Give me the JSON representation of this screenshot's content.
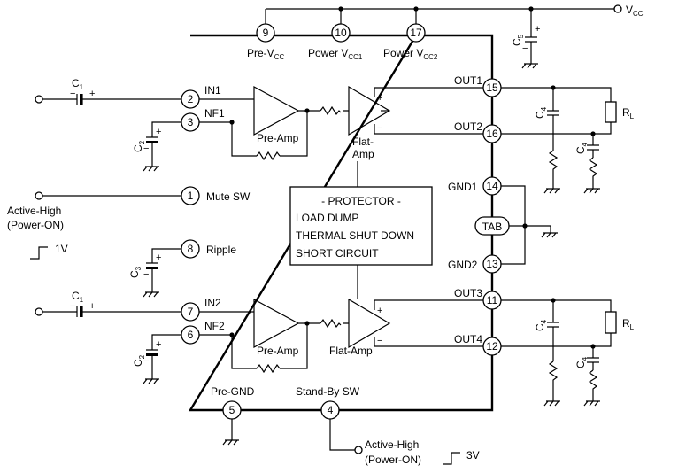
{
  "vcc": {
    "main": "V",
    "sub": "CC"
  },
  "top_pins": [
    {
      "num": "9",
      "main": "Pre-V",
      "sub": "CC"
    },
    {
      "num": "10",
      "main": "Power V",
      "sub": "CC1"
    },
    {
      "num": "17",
      "main": "Power V",
      "sub": "CC2"
    }
  ],
  "left_pins": [
    {
      "num": "2",
      "label": "IN1"
    },
    {
      "num": "3",
      "label": "NF1"
    },
    {
      "num": "1",
      "label": "Mute SW"
    },
    {
      "num": "8",
      "label": "Ripple"
    },
    {
      "num": "7",
      "label": "IN2"
    },
    {
      "num": "6",
      "label": "NF2"
    }
  ],
  "right_pins": [
    {
      "num": "15",
      "label": "OUT1"
    },
    {
      "num": "16",
      "label": "OUT2"
    },
    {
      "num": "14",
      "label": "GND1"
    },
    {
      "num": "13",
      "label": "GND2"
    },
    {
      "num": "11",
      "label": "OUT3"
    },
    {
      "num": "12",
      "label": "OUT4"
    }
  ],
  "bottom_pins": [
    {
      "num": "5",
      "label": "Pre-GND"
    },
    {
      "num": "4",
      "label": "Stand-By SW"
    }
  ],
  "tab_label": "TAB",
  "blocks": {
    "preamp1": "Pre-Amp",
    "preamp2": "Pre-Amp",
    "flatamp1": "Flat-",
    "flatamp1b": "Amp",
    "flatamp2": "Flat-Amp"
  },
  "protector": {
    "title": "- PROTECTOR -",
    "lines": [
      "LOAD DUMP",
      "THERMAL SHUT DOWN",
      "SHORT CIRCUIT"
    ]
  },
  "mute_active": [
    "Active-High",
    "(Power-ON)"
  ],
  "mute_level": "1V",
  "standby_active": [
    "Active-High",
    "(Power-ON)"
  ],
  "standby_level": "3V",
  "components": {
    "c1": {
      "main": "C",
      "sub": "1"
    },
    "c2": {
      "main": "C",
      "sub": "2"
    },
    "c3": {
      "main": "C",
      "sub": "3"
    },
    "c4": {
      "main": "C",
      "sub": "4"
    },
    "c5": {
      "main": "C",
      "sub": "5"
    },
    "rl": {
      "main": "R",
      "sub": "L"
    }
  },
  "signs": {
    "plus": "+",
    "minus": "−"
  }
}
